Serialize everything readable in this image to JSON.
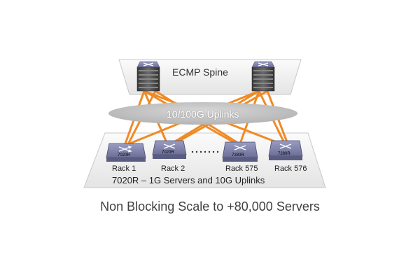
{
  "spine": {
    "label": "ECMP Spine"
  },
  "uplinks": {
    "label": "10/100G Uplinks"
  },
  "leaf": {
    "description": "7020R – 1G Servers and 10G Uplinks",
    "switches": [
      {
        "model": "7020R",
        "rack": "Rack 1"
      },
      {
        "model": "7020R",
        "rack": "Rack 2"
      },
      {
        "model": "7280R",
        "rack": "Rack 575"
      },
      {
        "model": "7280R",
        "rack": "Rack 576"
      }
    ]
  },
  "caption": "Non Blocking Scale to +80,000 Servers",
  "colors": {
    "link": "#f08a24",
    "switch_top": "#7d7fa8",
    "plane": "#f2f2f2"
  }
}
